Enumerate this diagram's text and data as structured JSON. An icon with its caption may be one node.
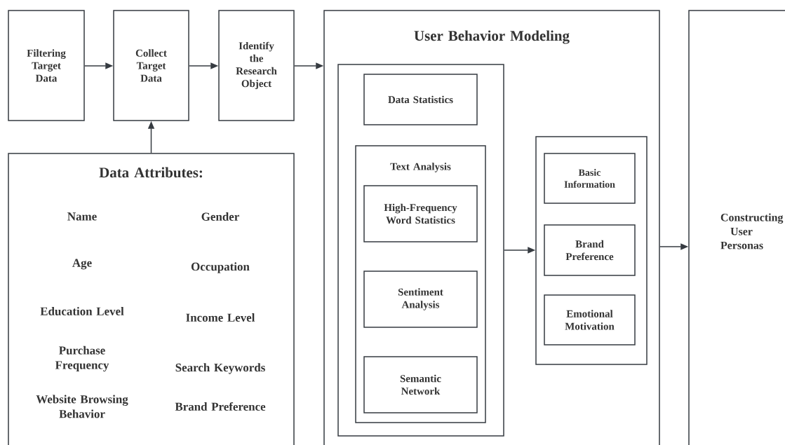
{
  "diagram": {
    "nodes": [
      {
        "text": [
          "Filtering Target Data"
        ]
      },
      {
        "text": [
          "Collect Target Data"
        ]
      },
      {
        "text": [
          "Identify the Research Object"
        ]
      },
      {
        "text": [
          "Data Attributes:",
          "Name",
          "Gender",
          "Age",
          "Occupation",
          "Education Level",
          "Income Level",
          "Purchase Frequency",
          "Search Keywords",
          "Website Browsing Behavior",
          "Brand Preference"
        ]
      },
      {
        "text": [
          "User Behavior Modeling"
        ]
      },
      {
        "text": [],
        "shape": "box",
        "in": 4
      },
      {
        "text": [
          "Data Statistics"
        ],
        "in": 5
      },
      {
        "text": [
          "Text Analysis"
        ],
        "in": 5
      },
      {
        "text": [
          "High-Frequency Word Statistics"
        ],
        "in": 7
      },
      {
        "text": [
          "Sentiment Analysis"
        ],
        "in": 7
      },
      {
        "text": [
          "Semantic Network"
        ],
        "in": 7
      },
      {
        "text": [],
        "shape": "box",
        "in": 4
      },
      {
        "text": [
          "Basic Information"
        ],
        "in": 11
      },
      {
        "text": [
          "Brand Preference"
        ],
        "in": 11
      },
      {
        "text": [
          "Emotional Motivation"
        ],
        "in": 11
      },
      {
        "text": [
          "Constructing User Personas"
        ]
      }
    ],
    "edges": [
      {
        "from": 0,
        "to": 1,
        "arrow": "to"
      },
      {
        "from": 1,
        "to": 2,
        "arrow": "to"
      },
      {
        "from": 2,
        "to": 4,
        "arrow": "to"
      },
      {
        "from": 3,
        "to": 1,
        "arrow": "to"
      },
      {
        "from": 5,
        "to": 11,
        "arrow": "to"
      },
      {
        "from": 4,
        "to": 15,
        "arrow": "to"
      }
    ]
  }
}
